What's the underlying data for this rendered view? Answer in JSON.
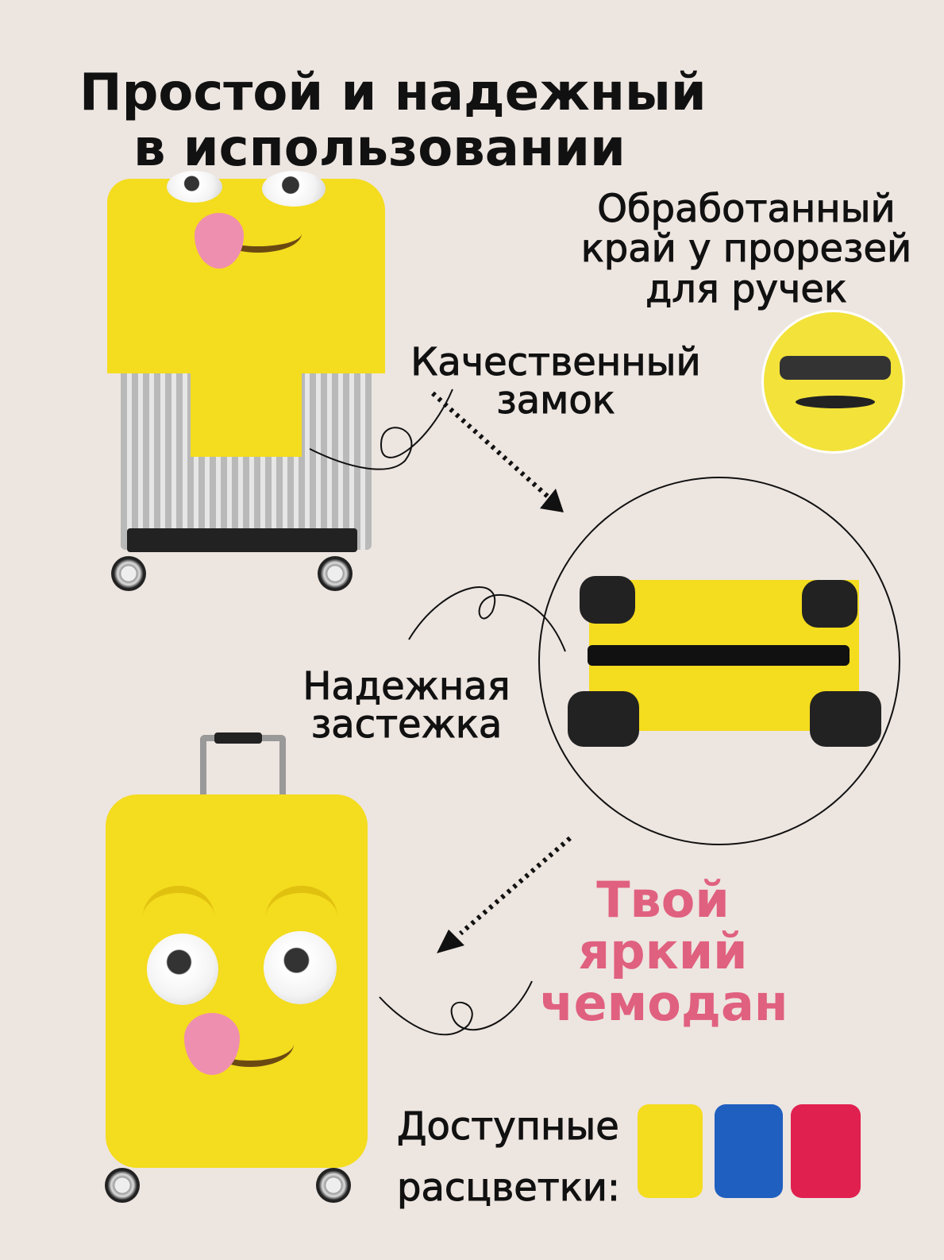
{
  "title": {
    "line1": "Простой и надежный",
    "line2": "в использовании"
  },
  "features": {
    "edge": {
      "line1": "Обработанный",
      "line2": "край у прорезей",
      "line3": "для ручек"
    },
    "lock": {
      "line1": "Качественный",
      "line2": "замок"
    },
    "clasp": {
      "line1": "Надежная",
      "line2": "застежка"
    },
    "bright": {
      "line1": "Твой",
      "line2": "яркий",
      "line3": "чемодан"
    },
    "colors": {
      "line1": "Доступные",
      "line2": "расцветки:"
    }
  },
  "color_variants": [
    "yellow",
    "blue",
    "pink"
  ],
  "colors": {
    "background": "#ede5e0",
    "accent": "#e0607f",
    "cover": "#f4dc1e",
    "blue": "#1f5fbf",
    "pink": "#e0204f"
  }
}
